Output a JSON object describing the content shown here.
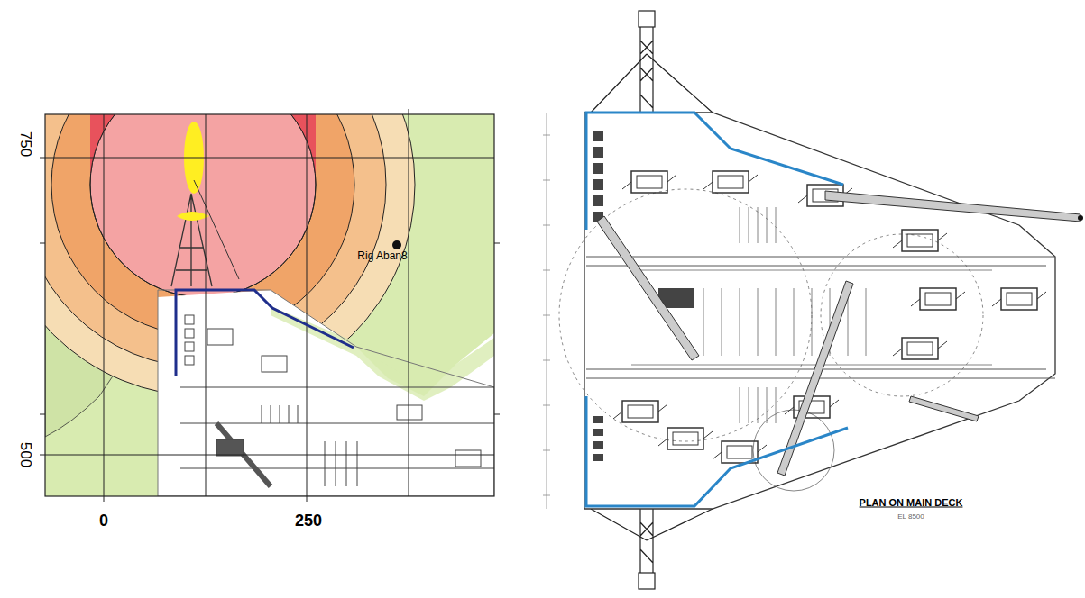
{
  "diagram": {
    "labels": [
      "750",
      "500",
      "0",
      "250",
      "Rig Aban8",
      "PLAN ON MAIN DECK",
      "EL 8500"
    ]
  }
}
